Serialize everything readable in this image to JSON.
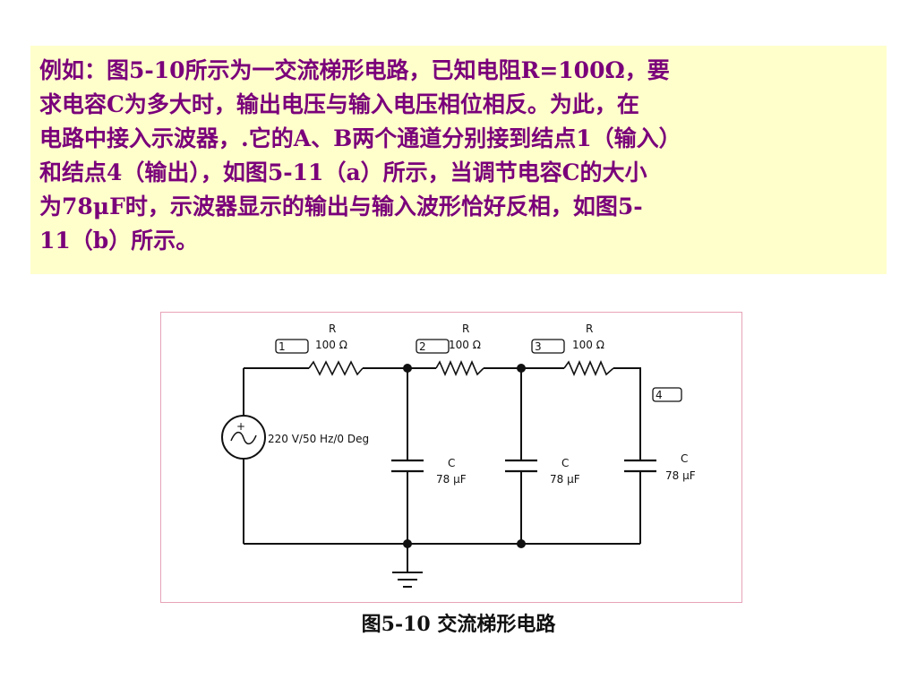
{
  "description": {
    "lines": [
      "例如：图5-10所示为一交流梯形电路，已知电阻R=100Ω，要",
      "求电容C为多大时，输出电压与输入电压相位相反。为此，在",
      "电路中接入示波器，.它的A、B两个通道分别接到结点1（输入）",
      "和结点4（输出），如图5-11（a）所示，当调节电容C的大小",
      "为78μF时，示波器显示的输出与输入波形恰好反相，如图5-",
      "11（b）所示。"
    ]
  },
  "circuit": {
    "resistors": [
      {
        "name": "R",
        "value": "100 Ω"
      },
      {
        "name": "R",
        "value": "100 Ω"
      },
      {
        "name": "R",
        "value": "100 Ω"
      }
    ],
    "capacitors": [
      {
        "name": "C",
        "value": "78 μF"
      },
      {
        "name": "C",
        "value": "78 μF"
      },
      {
        "name": "C",
        "value": "78 μF"
      }
    ],
    "nodes": [
      "1",
      "2",
      "3",
      "4"
    ],
    "source": {
      "polarity": "+",
      "label": "220 V/50 Hz/0 Deg"
    }
  },
  "caption": "图5-10  交流梯形电路",
  "colors": {
    "text": "#7a007a",
    "box_background": "#ffffcc",
    "frame_border": "#e7a3b8"
  }
}
